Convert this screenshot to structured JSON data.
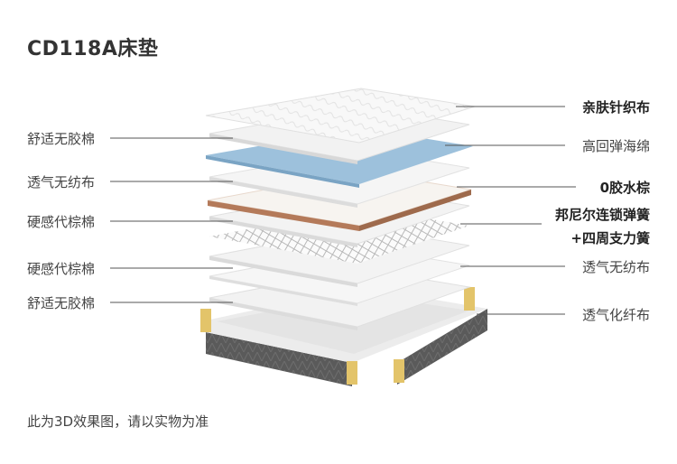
{
  "title": "CD118A床垫",
  "footnote": "此为3D效果图，请以实物为准",
  "left_labels": [
    "舒适无胶棉",
    "透气无纺布",
    "硬感代棕棉",
    "硬感代棕棉",
    "舒适无胶棉"
  ],
  "right_labels": {
    "r1": "亲肤针织布",
    "r2": "高回弹海绵",
    "r3": "0胶水棕",
    "r4_line1": "邦尼尔连锁弹簧",
    "r4_line2": "+四周支力簧",
    "r5": "透气无纺布",
    "r6": "透气化纤布"
  },
  "colors": {
    "layer_white": "#f4f4f4",
    "layer_blue": "#8fb6d4",
    "layer_brown": "#b47a5a",
    "base_dark": "#5a5a5a",
    "gold": "#e3c46a",
    "leader": "#555555"
  }
}
